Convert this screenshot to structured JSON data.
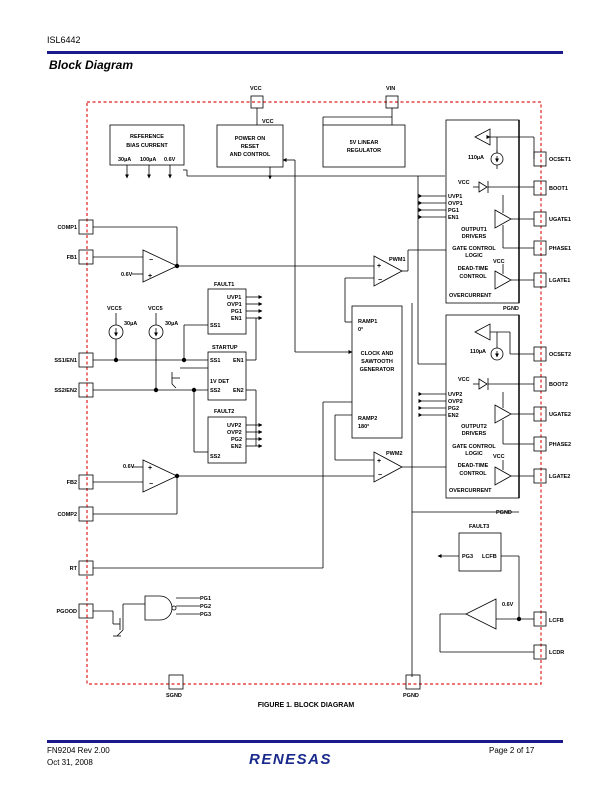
{
  "header": {
    "part_number": "ISL6442",
    "section_title": "Block Diagram"
  },
  "diagram": {
    "top_pins": {
      "vcc": "VCC",
      "vin": "VIN",
      "vcc_internal": "VCC"
    },
    "ref_block": {
      "title": [
        "REFERENCE",
        "BIAS CURRENT"
      ],
      "currents": [
        "30µA",
        "100µA",
        "0.6V"
      ]
    },
    "por_block": {
      "title": [
        "POWER ON",
        "RESET",
        "AND CONTROL"
      ]
    },
    "reg_block": {
      "title": [
        "5V LINEAR",
        "REGULATOR"
      ]
    },
    "left_pins": {
      "comp1": "COMP1",
      "fb1": "FB1",
      "ss1": "SS1/EN1",
      "ss2": "SS2/EN2",
      "fb2": "FB2",
      "comp2": "COMP2",
      "rt": "RT",
      "pgood": "PGOOD"
    },
    "ref_labels": {
      "ref1": "0.6V",
      "ref2": "0.6V",
      "ref3": "0.6V"
    },
    "vcc5": {
      "left": "VCC5",
      "right": "VCC5",
      "i_left": "30µA",
      "i_right": "30µA"
    },
    "fault1": {
      "title": "FAULT1",
      "lines": [
        "UVP1",
        "OVP1",
        "PG1",
        "EN1"
      ],
      "ss": "SS1"
    },
    "startup": {
      "title": "STARTUP",
      "ss1": "SS1",
      "en1": "EN1",
      "det": "1V DET",
      "ss2": "SS2",
      "en2": "EN2"
    },
    "fault2": {
      "title": "FAULT2",
      "lines": [
        "UVP2",
        "OVP2",
        "PG2",
        "EN2"
      ],
      "ss": "SS2"
    },
    "pwm": {
      "pwm1": "PWM1",
      "pwm2": "PWM2"
    },
    "clock": {
      "ramp1": "RAMP1",
      "ramp1_phase": "0°",
      "title": [
        "CLOCK AND",
        "SAWTOOTH",
        "GENERATOR"
      ],
      "ramp2": "RAMP2",
      "ramp2_phase": "180°"
    },
    "ch1": {
      "i": "110µA",
      "vcc": "VCC",
      "faults": [
        "UVP1",
        "OVP1",
        "PG1",
        "EN1"
      ],
      "drivers": [
        "OUTPUT1",
        "DRIVERS"
      ],
      "gate": [
        "GATE CONTROL",
        "LOGIC"
      ],
      "vcc2": "VCC",
      "deadtime": [
        "DEAD-TIME",
        "CONTROL"
      ],
      "oc": "OVERCURRENT",
      "pgnd": "PGND"
    },
    "ch2": {
      "i": "110µA",
      "vcc": "VCC",
      "faults": [
        "UVP2",
        "OVP2",
        "PG2",
        "EN2"
      ],
      "drivers": [
        "OUTPUT2",
        "DRIVERS"
      ],
      "gate": [
        "GATE CONTROL",
        "LOGIC"
      ],
      "vcc2": "VCC",
      "deadtime": [
        "DEAD-TIME",
        "CONTROL"
      ],
      "oc": "OVERCURRENT",
      "pgnd": "PGND"
    },
    "right_pins": {
      "ocset1": "OCSET1",
      "boot1": "BOOT1",
      "ugate1": "UGATE1",
      "phase1": "PHASE1",
      "lgate1": "LGATE1",
      "ocset2": "OCSET2",
      "boot2": "BOOT2",
      "ugate2": "UGATE2",
      "phase2": "PHASE2",
      "lgate2": "LGATE2",
      "lcfb": "LCFB",
      "lcdr": "LCDR"
    },
    "fault3": {
      "title": "FAULT3",
      "pg3": "PG3",
      "lcfb": "LCFB"
    },
    "pg_gate": [
      "PG1",
      "PG2",
      "PG3"
    ],
    "bottom_pins": {
      "sgnd": "SGND",
      "pgnd": "PGND"
    }
  },
  "caption": "FIGURE 1.  BLOCK DIAGRAM",
  "footer": {
    "doc": "FN9204  Rev 2.00",
    "date": "Oct 31, 2008",
    "logo": "RENESAS",
    "page": "Page 2 of 17"
  }
}
